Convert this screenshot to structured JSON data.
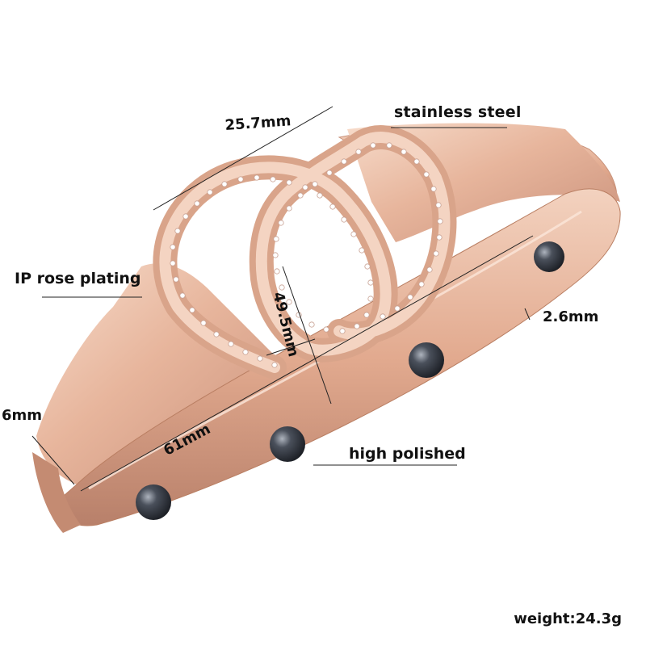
{
  "labels": {
    "stainless_steel": "stainless steel",
    "ip_rose_plating": "IP rose plating",
    "high_polished": "high polished"
  },
  "dimensions": {
    "top_width": "25.7mm",
    "loop_height": "49.5mm",
    "band_thickness": "2.6mm",
    "band_width": "6mm",
    "inner_diameter": "61mm"
  },
  "weight": "weight:24.3g",
  "colors": {
    "rose_gold": "#E8B8A0",
    "rose_gold_dark": "#B97E62",
    "rose_gold_light": "#F6DCCB",
    "stone_dark": "#2B2F38",
    "zircon": "#FFFFFF",
    "leader_line": "#222222"
  }
}
